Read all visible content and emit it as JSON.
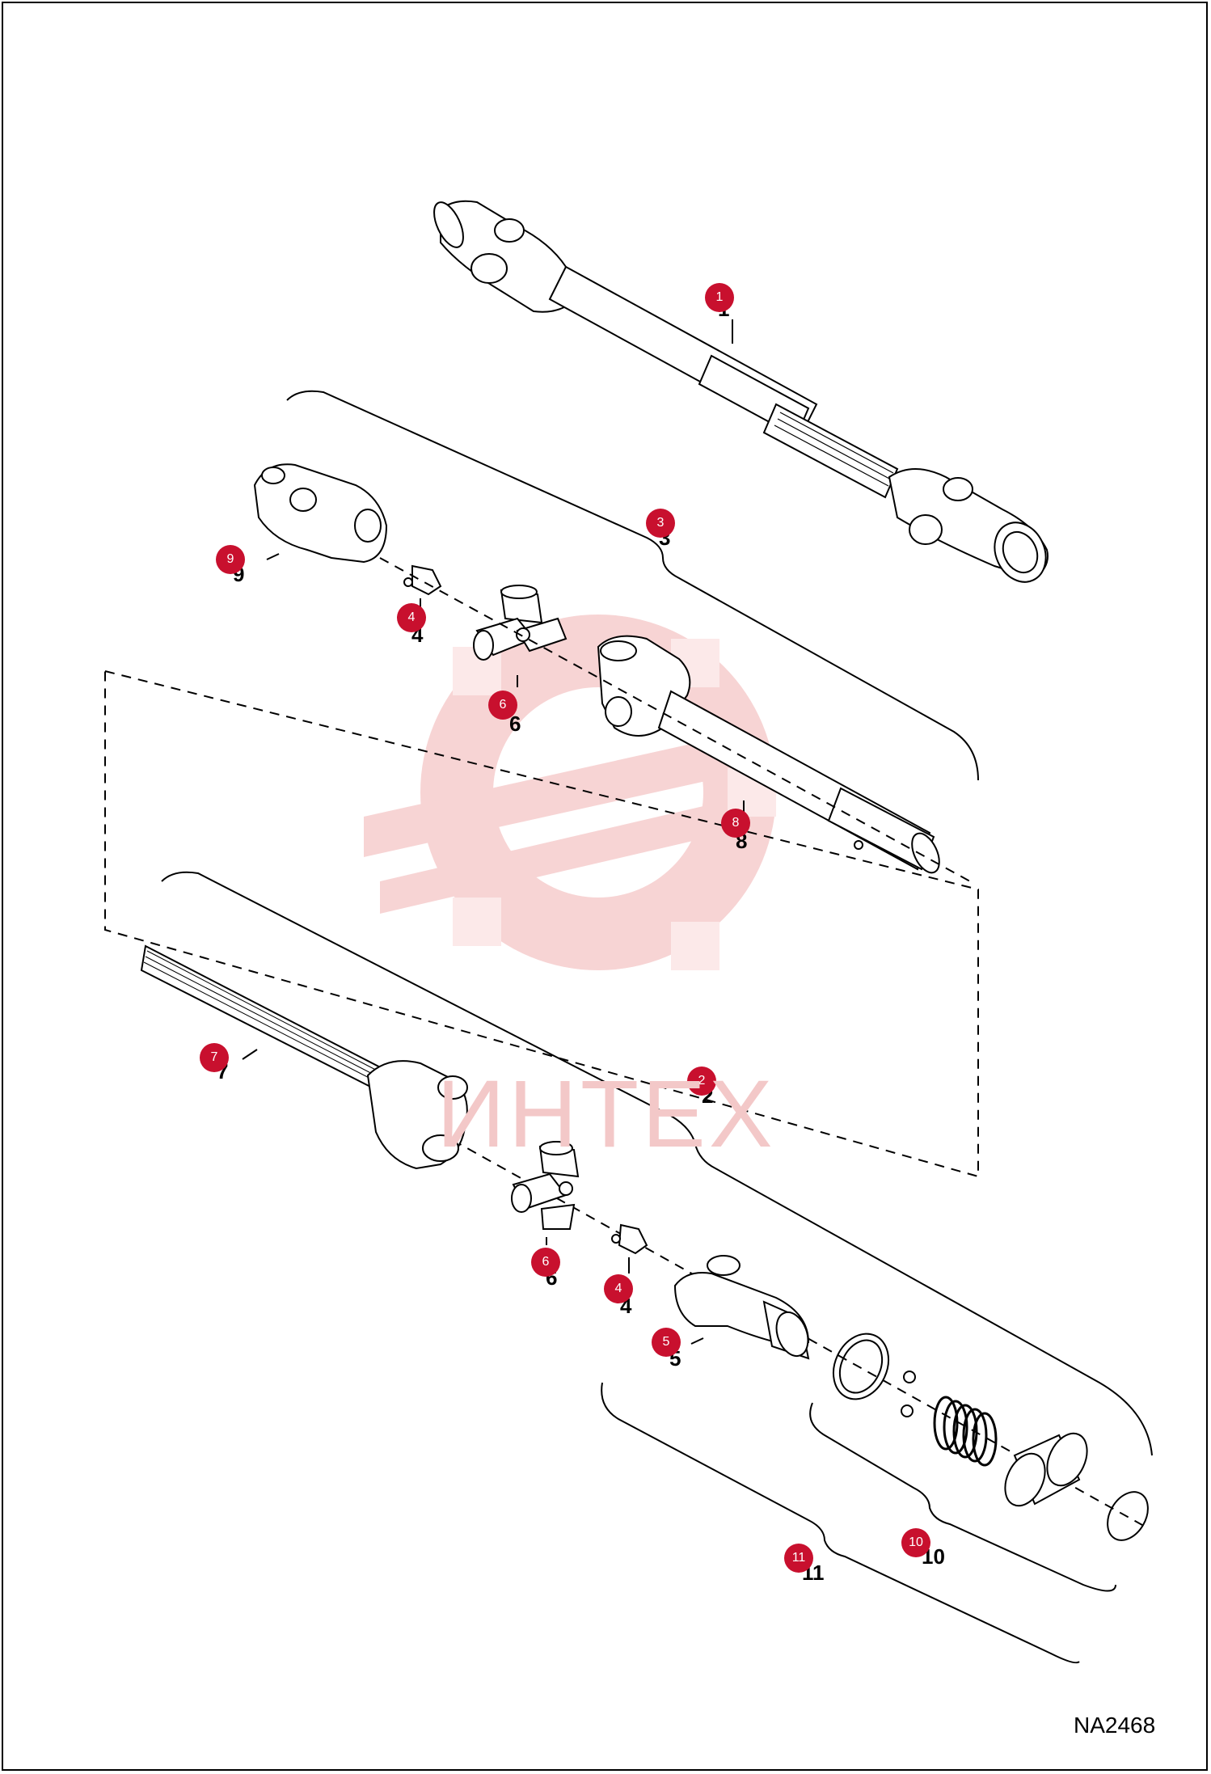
{
  "drawing": {
    "id": "NA2468",
    "accent_color": "#c8102e",
    "watermark_color": "#f3c8c8",
    "watermark_text": "ИНТЕХ"
  },
  "callouts": [
    {
      "number": "1"
    },
    {
      "number": "3"
    },
    {
      "number": "9"
    },
    {
      "number": "4"
    },
    {
      "number": "6"
    },
    {
      "number": "8"
    },
    {
      "number": "7"
    },
    {
      "number": "2"
    },
    {
      "number": "6"
    },
    {
      "number": "4"
    },
    {
      "number": "5"
    },
    {
      "number": "10"
    },
    {
      "number": "11"
    }
  ]
}
